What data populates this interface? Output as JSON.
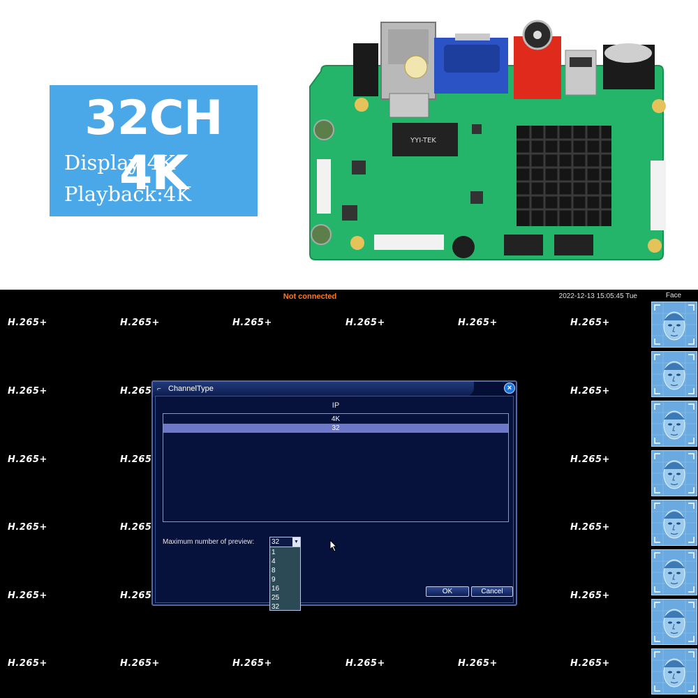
{
  "badge": {
    "title": "32CH 4K",
    "line1": "Display:4K",
    "line2": "Playback:4K"
  },
  "board_chip_text": "YYI-TEK",
  "status": {
    "connection": "Not connected",
    "datetime": "2022-12-13 15:05:45 Tue"
  },
  "face_panel": {
    "label": "Face",
    "thumb_count": 8
  },
  "channel_label": "H.265+",
  "dialog": {
    "title": "ChannelType",
    "column_header": "IP",
    "rows": [
      "4K",
      "32"
    ],
    "selected_row": 1,
    "preview_label": "Maximum number of preview:",
    "preview_value": "32",
    "preview_options": [
      "1",
      "4",
      "8",
      "9",
      "16",
      "25",
      "32"
    ],
    "ok_label": "OK",
    "cancel_label": "Cancel"
  },
  "colors": {
    "badge": "#4aa8e8",
    "connection_text": "#ff7a1a",
    "dialog_bg": "#050f35",
    "selected_row": "#6e78c8",
    "board_green": "#25b56a"
  }
}
